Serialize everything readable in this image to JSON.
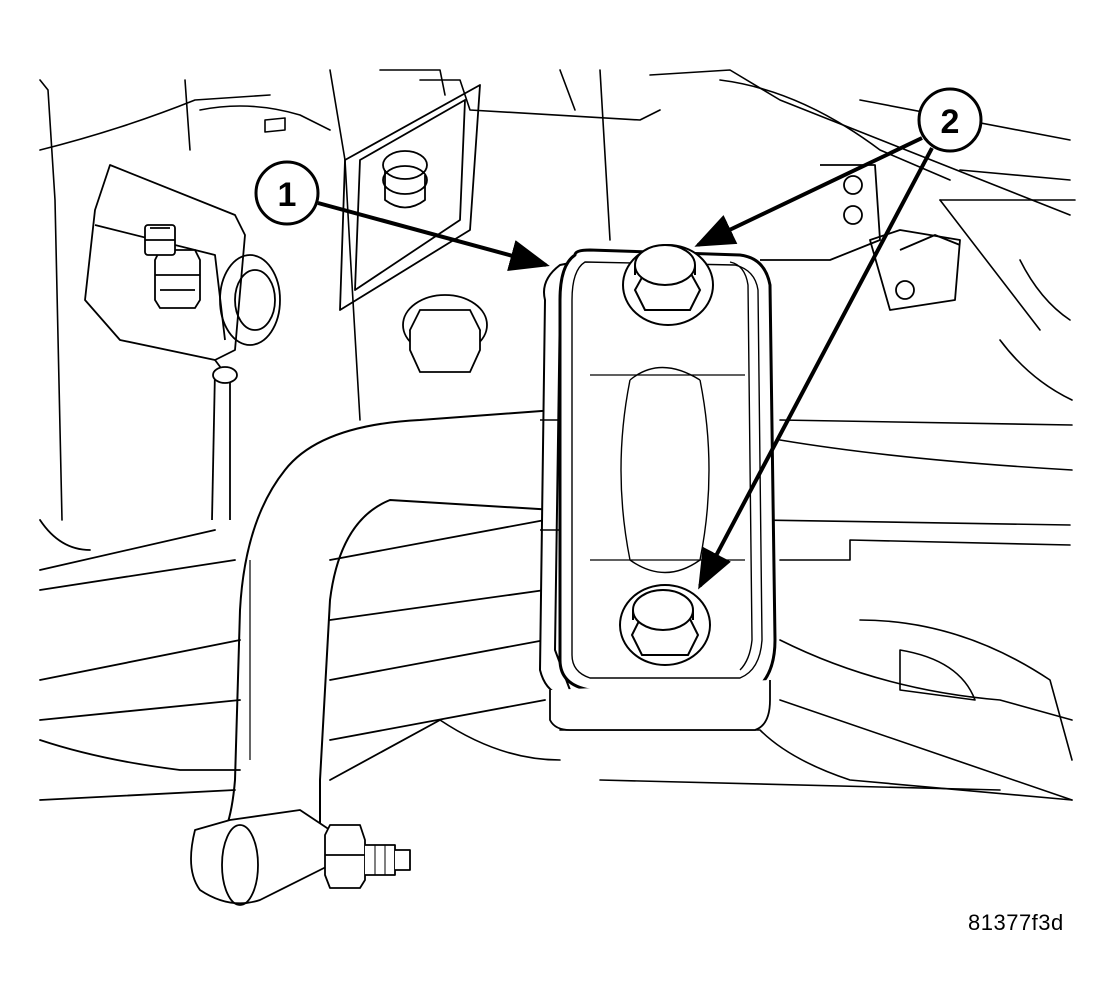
{
  "figure": {
    "figure_id": "81377f3d",
    "callouts": [
      {
        "number": "1"
      },
      {
        "number": "2"
      }
    ]
  },
  "colors": {
    "line": "#000000",
    "background": "#ffffff",
    "callout_fill": "#ffffff"
  }
}
